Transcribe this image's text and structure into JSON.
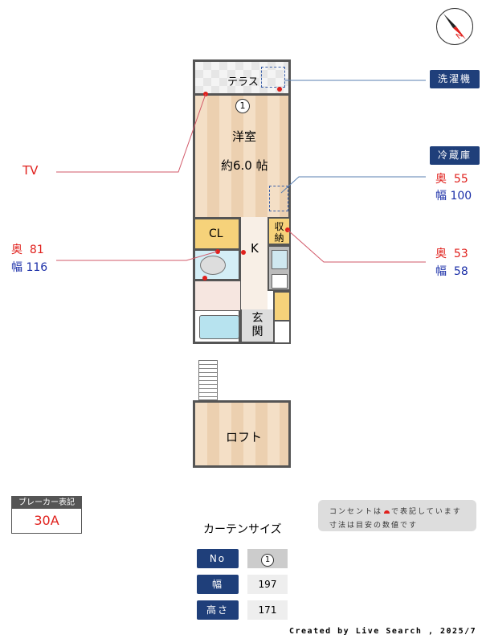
{
  "rooms": {
    "terrace": "テラス",
    "western": "洋室",
    "western_size": "約6.0 帖",
    "closet": "CL",
    "kitchen": "K",
    "storage": "収納",
    "entrance": "玄関",
    "loft": "ロフト",
    "window_no": "1"
  },
  "labels": {
    "washer": "洗濯機",
    "fridge": "冷蔵庫",
    "tv": "TV"
  },
  "fridge_dims": {
    "depth_label": "奥",
    "depth": "55",
    "width_label": "幅",
    "width": "100"
  },
  "storage_dims": {
    "depth_label": "奥",
    "depth": "53",
    "width_label": "幅",
    "width": "58"
  },
  "closet_dims": {
    "depth_label": "奥",
    "depth": "81",
    "width_label": "幅",
    "width": "116"
  },
  "breaker": {
    "title": "ブレーカー表記",
    "value": "30A"
  },
  "curtain": {
    "title": "カーテンサイズ",
    "rows": [
      {
        "label": "No",
        "value": "1"
      },
      {
        "label": "幅",
        "value": "197"
      },
      {
        "label": "高さ",
        "value": "171"
      }
    ]
  },
  "note": {
    "line1_a": "コンセントは",
    "line1_b": "で表記しています",
    "line2": "寸法は目安の数値です"
  },
  "footer": "Created by Live Search , 2025/7",
  "colors": {
    "navy": "#1f3f7a",
    "red": "#e0201c",
    "blue": "#1b2fa8"
  }
}
